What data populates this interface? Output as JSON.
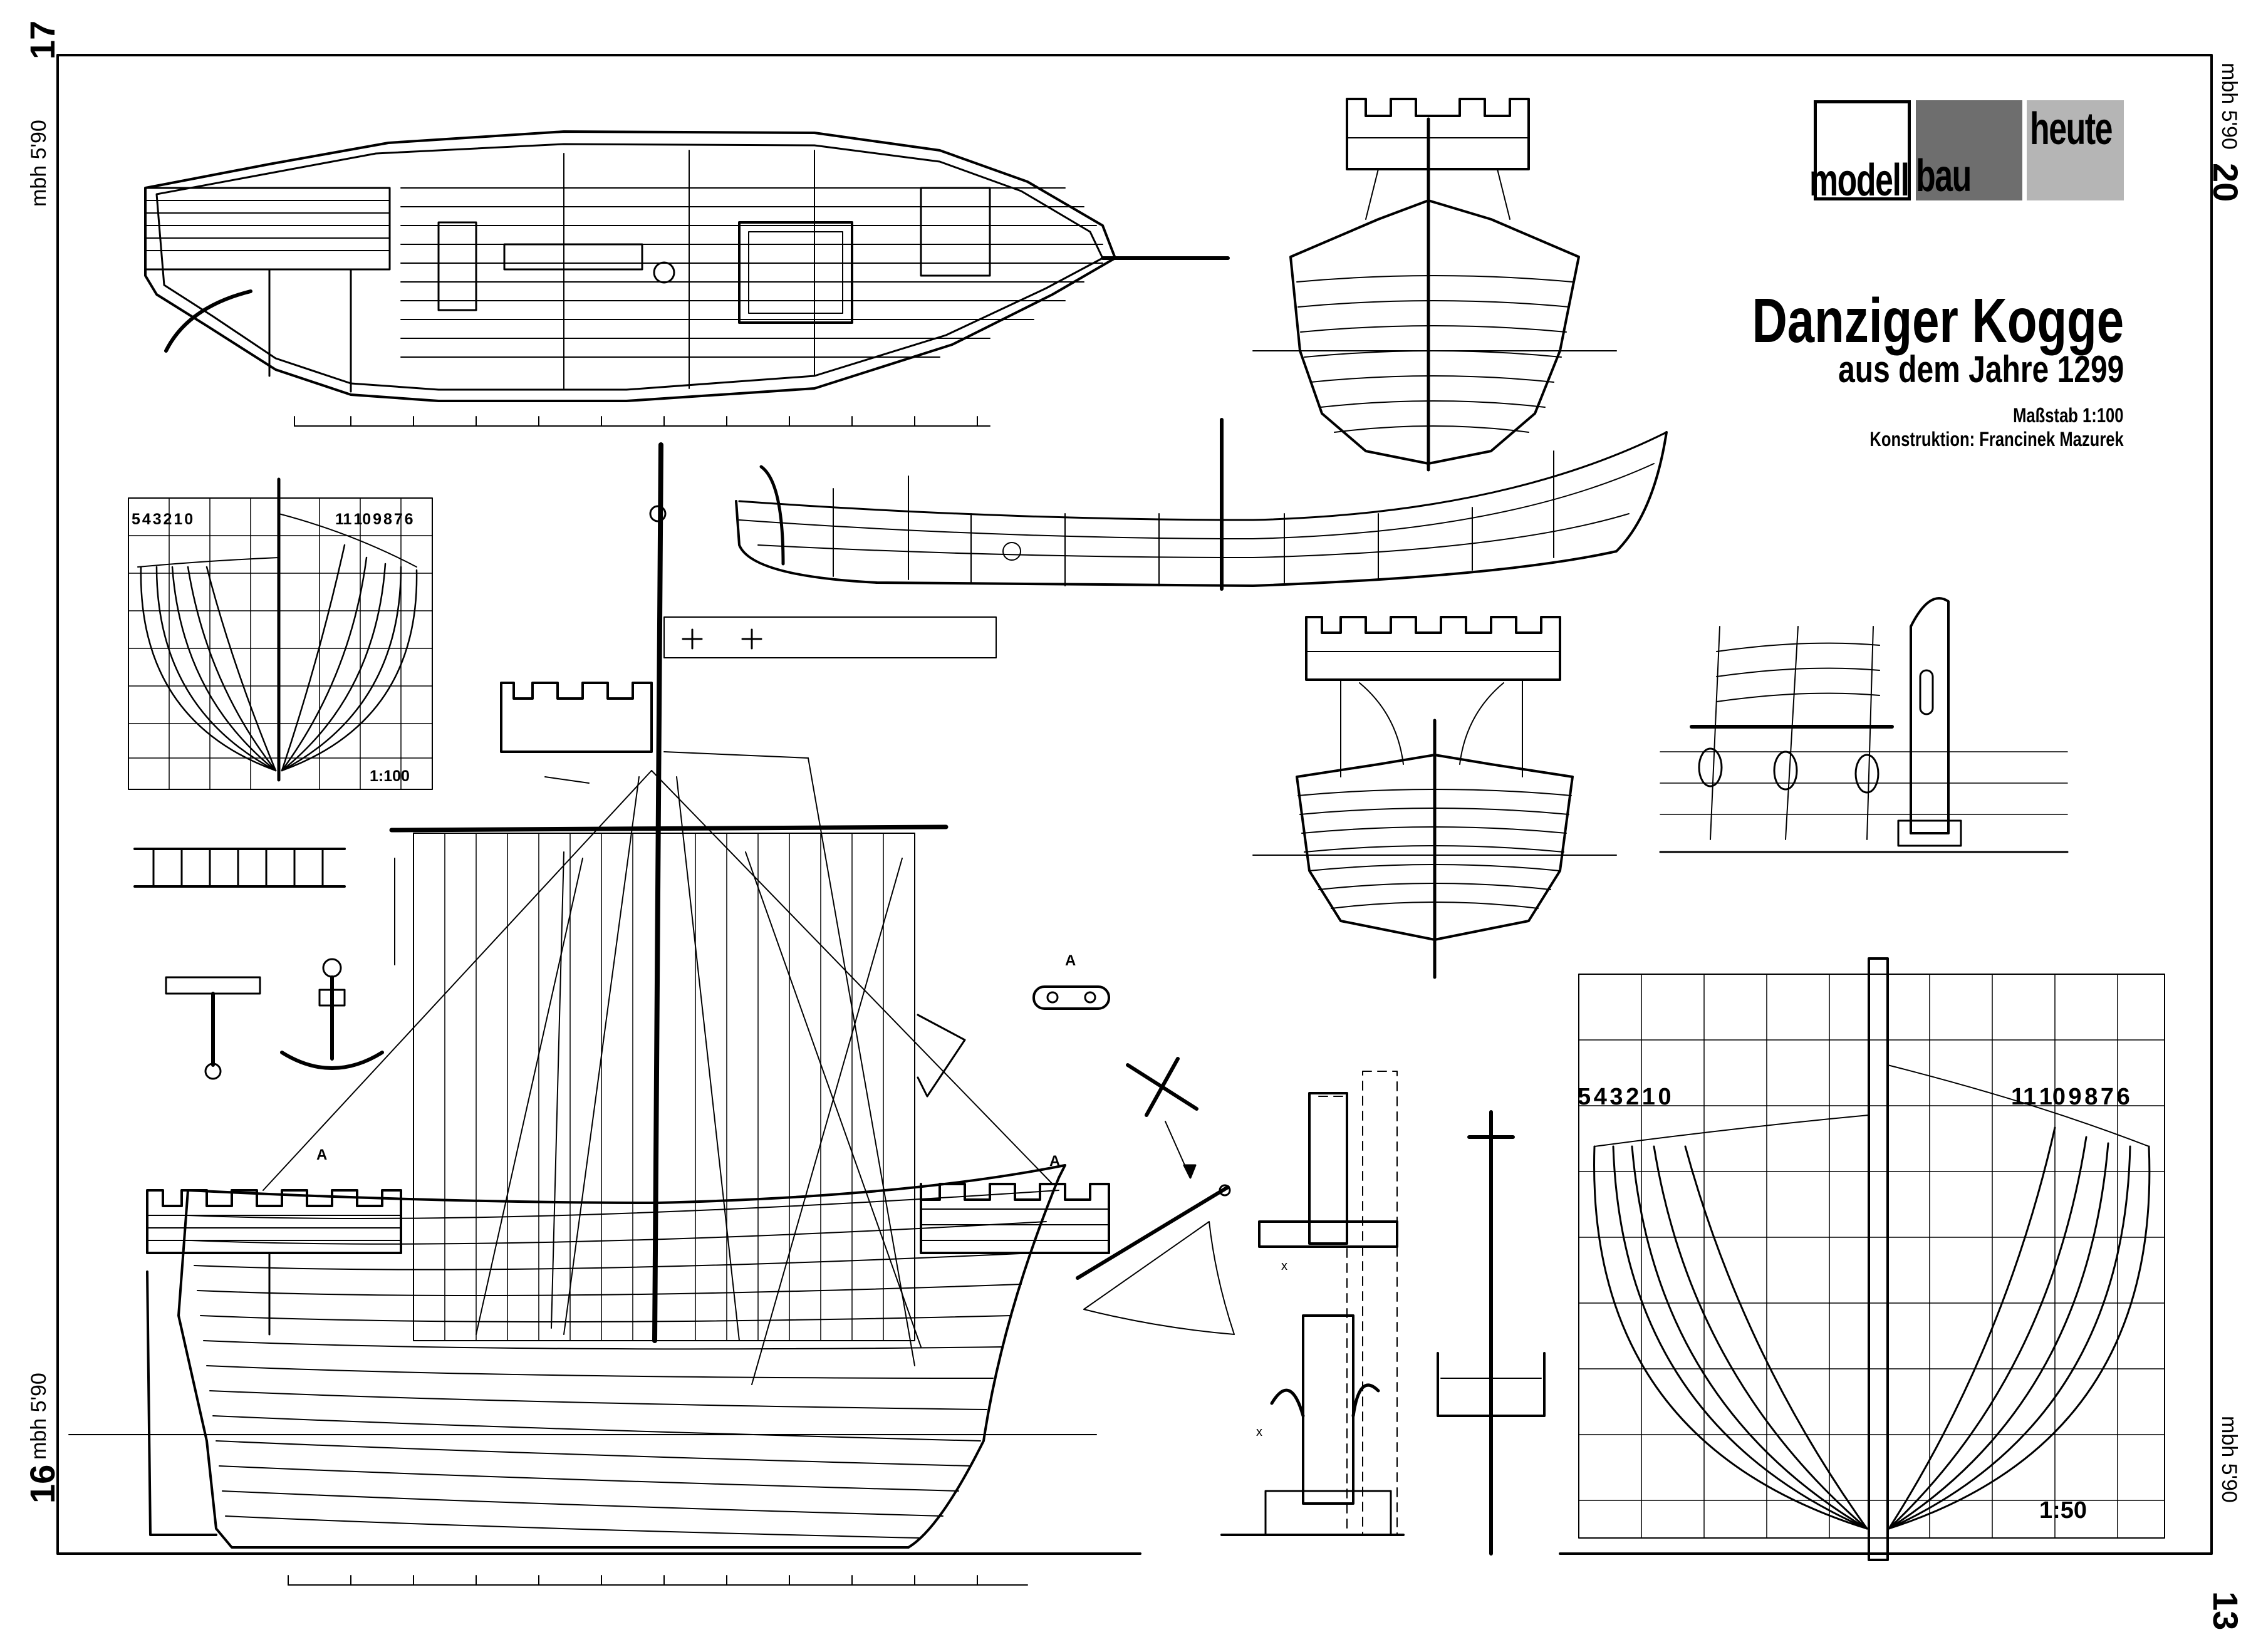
{
  "page_numbers": {
    "top_left": "17",
    "bottom_left": "16",
    "top_right": "20",
    "bottom_right": "13"
  },
  "magazine_mark": "mbh 5'90",
  "logo": {
    "word1": "modell",
    "word2": "bau",
    "word3": "heute"
  },
  "title": {
    "main": "Danziger Kogge",
    "subtitle": "aus dem Jahre 1299",
    "scale_line": "Maßstab 1:100",
    "designer_line": "Konstruktion: Francinek Mazurek"
  },
  "small_body_plan": {
    "stations_left": "5 4 3 2 1 0",
    "stations_right": "11 10 9 8 7 6",
    "scale": "1:100"
  },
  "large_body_plan": {
    "stations_left": "5 4 3 2 1 0",
    "stations_right": "11 10 9 8 7 6",
    "scale": "1:50"
  },
  "detail_marks": {
    "detail_a": "A",
    "arrow_mark_x": "x"
  },
  "colors": {
    "ink": "#000000",
    "paper": "#ffffff",
    "logo_dark": "#6e6e6e",
    "logo_light": "#b5b5b5"
  }
}
